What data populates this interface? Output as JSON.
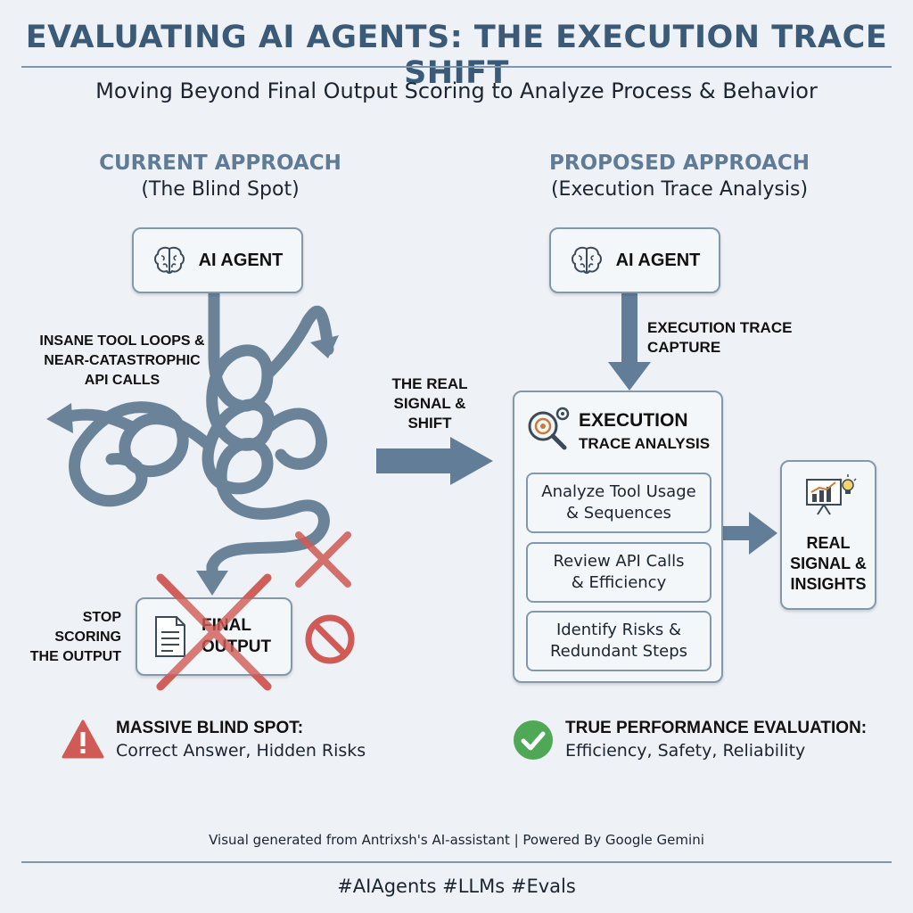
{
  "header": {
    "title": "EVALUATING AI AGENTS: THE EXECUTION TRACE SHIFT",
    "subtitle": "Moving Beyond Final Output Scoring to Analyze Process & Behavior"
  },
  "current": {
    "heading": "CURRENT APPROACH",
    "subheading": "(The Blind Spot)",
    "agent_label": "AI AGENT",
    "loops_label": [
      "INSANE TOOL LOOPS &",
      "NEAR-CATASTROPHIC",
      "API CALLS"
    ],
    "stop_label": [
      "STOP",
      "SCORING",
      "THE OUTPUT"
    ],
    "output_label": [
      "FINAL",
      "OUTPUT"
    ],
    "summary_title": "MASSIVE BLIND SPOT:",
    "summary_sub": "Correct Answer, Hidden Risks"
  },
  "shift_label": [
    "THE REAL",
    "SIGNAL &",
    "SHIFT"
  ],
  "proposed": {
    "heading": "PROPOSED APPROACH",
    "subheading": "(Execution Trace Analysis)",
    "agent_label": "AI AGENT",
    "capture_label": [
      "EXECUTION TRACE",
      "CAPTURE"
    ],
    "analysis_title": "EXECUTION",
    "analysis_subtitle": "TRACE ANALYSIS",
    "steps": [
      [
        "Analyze Tool Usage",
        "& Sequences"
      ],
      [
        "Review API Calls",
        "& Efficiency"
      ],
      [
        "Identify Risks &",
        "Redundant Steps"
      ]
    ],
    "insights_label": [
      "REAL",
      "SIGNAL &",
      "INSIGHTS"
    ],
    "summary_title": "TRUE PERFORMANCE EVALUATION:",
    "summary_sub": "Efficiency, Safety, Reliability"
  },
  "footer": {
    "credit": "Visual generated from Antrixsh's AI-assistant | Powered By Google Gemini",
    "tags": "#AIAgents #LLMs #Evals"
  },
  "colors": {
    "accent": "#3a5a78",
    "arrow": "#617d98",
    "danger": "#d05a55",
    "success": "#4fa855"
  },
  "icons": {
    "agent": "brain-icon",
    "analysis": "gear-magnifier-icon",
    "output": "document-icon",
    "insights": "chart-lightbulb-icon",
    "blocked": "prohibited-icon",
    "warning": "warning-icon",
    "success": "check-circle-icon"
  }
}
